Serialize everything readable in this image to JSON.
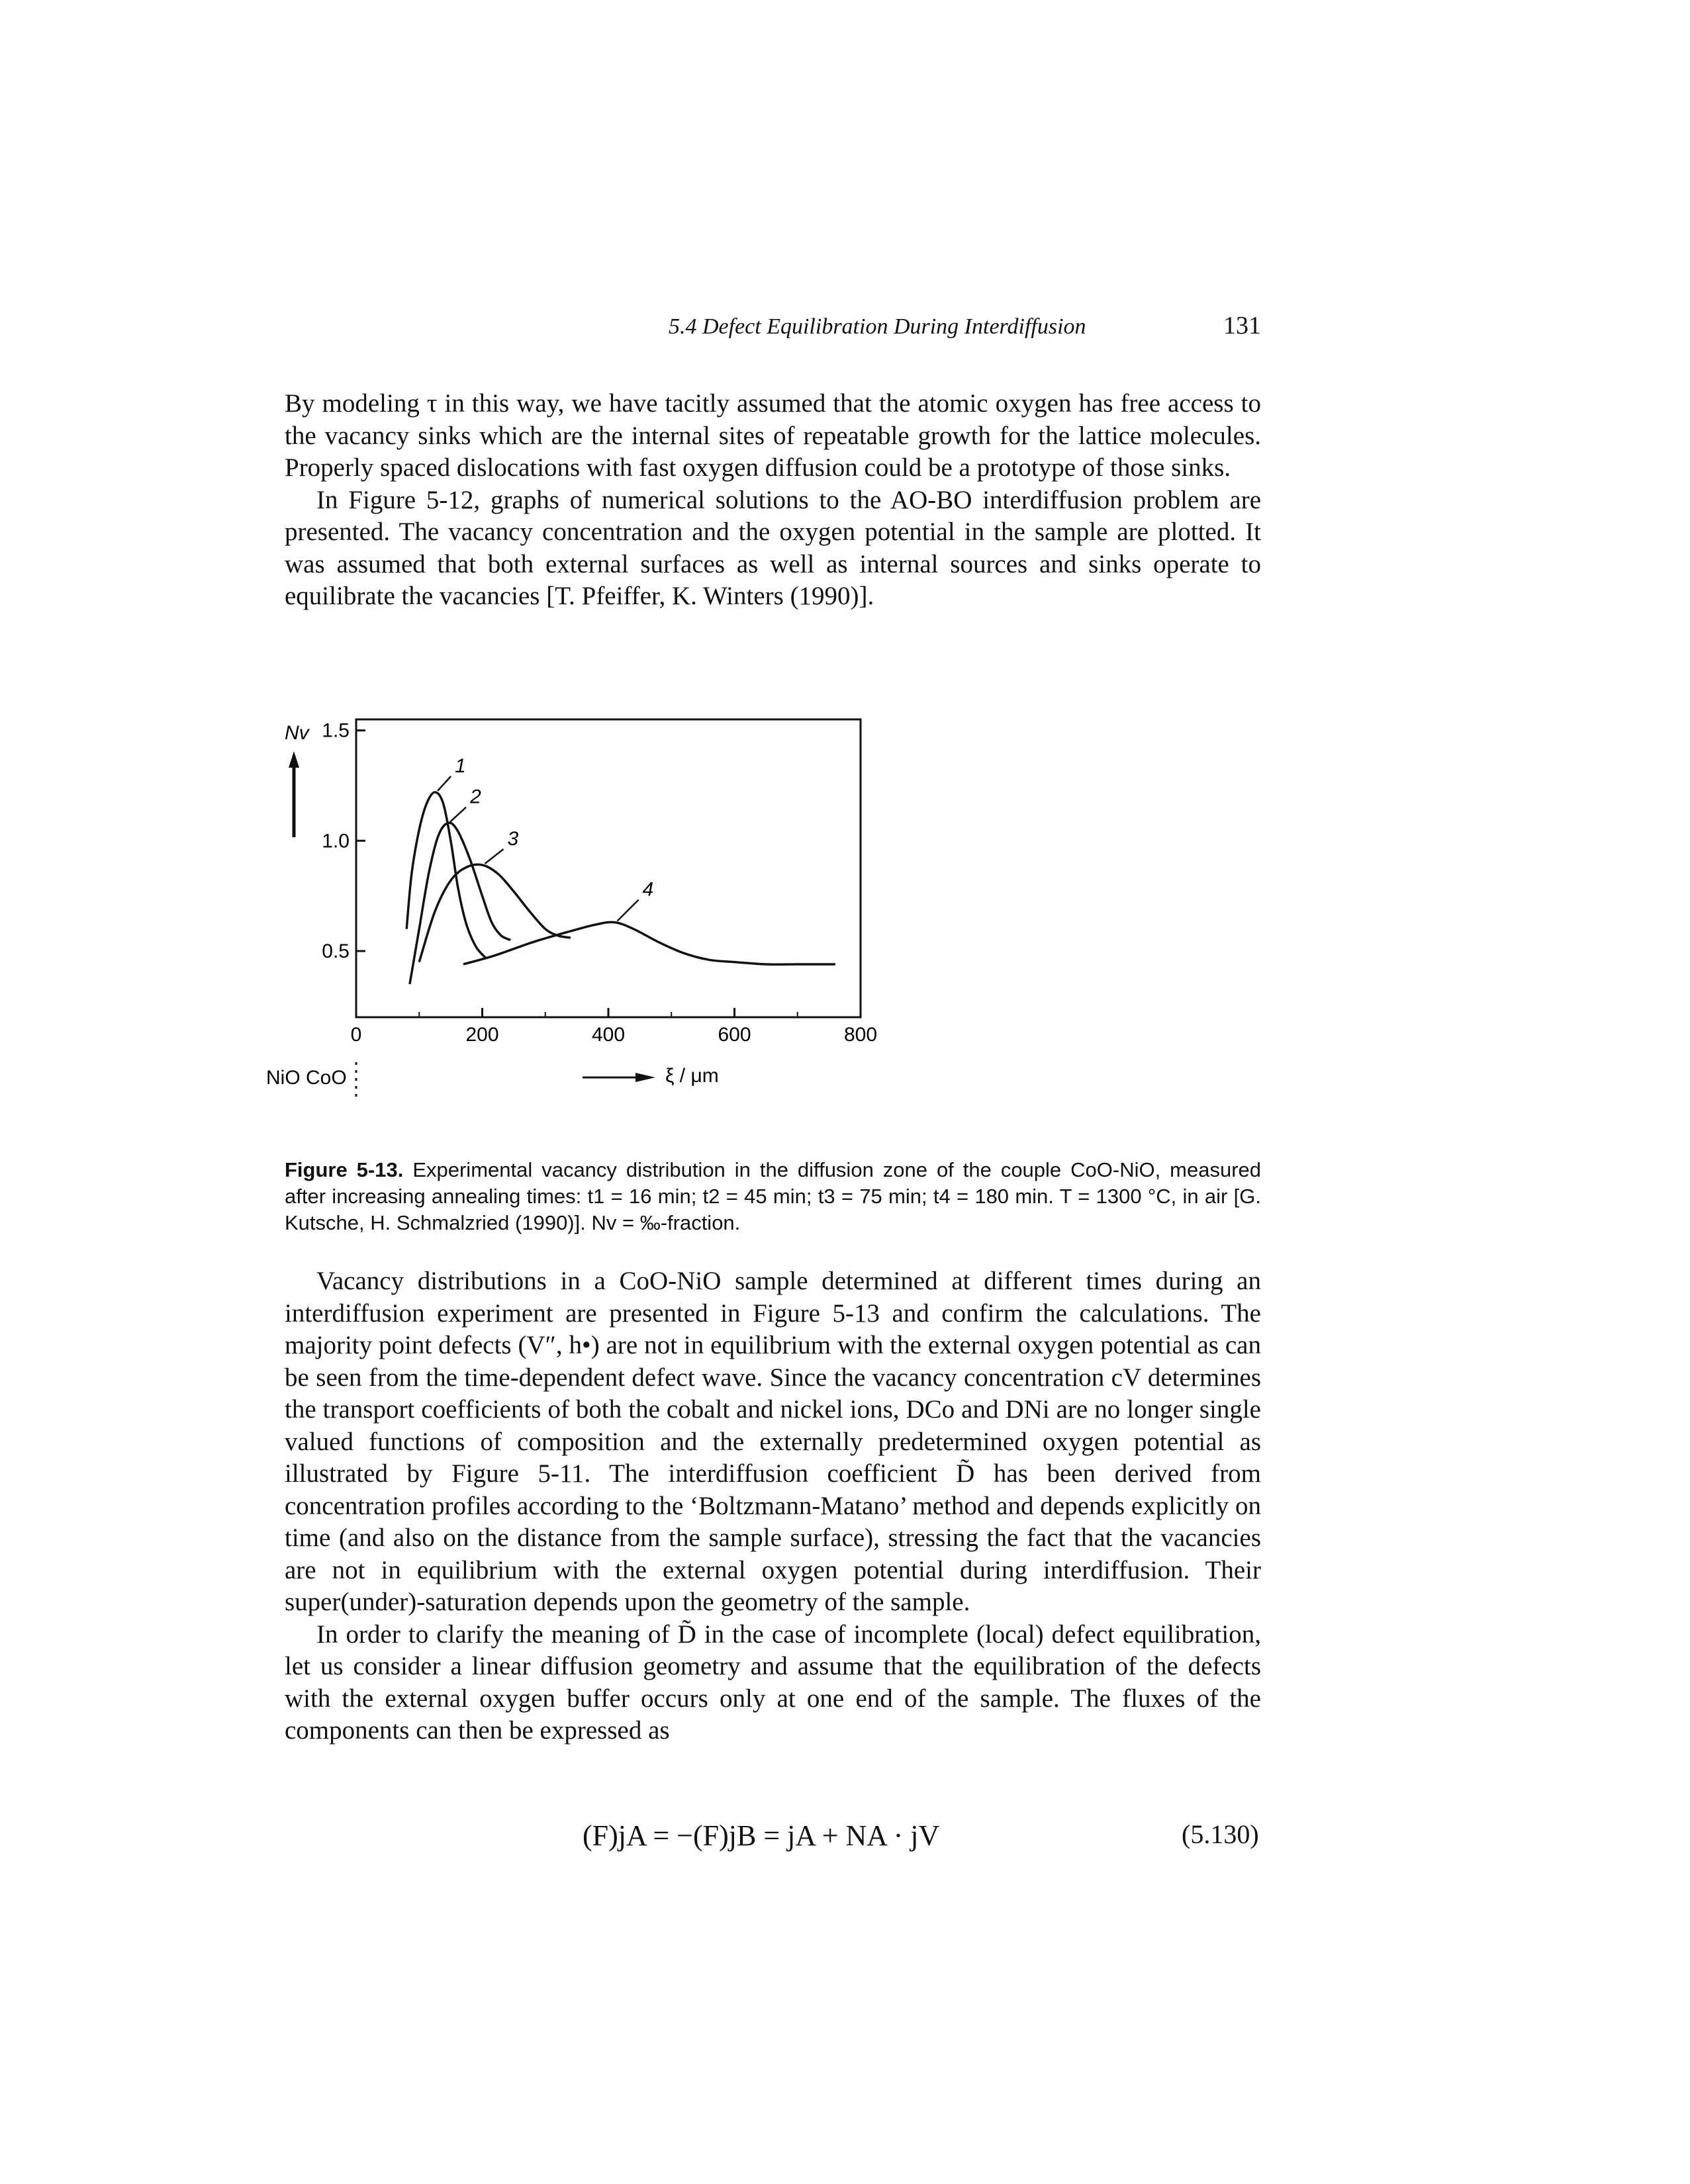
{
  "header": {
    "section_title": "5.4 Defect Equilibration During Interdiffusion",
    "page_number": "131"
  },
  "paragraphs_top": [
    "By modeling τ in this way, we have tacitly assumed that the atomic oxygen has free access to the vacancy sinks which are the internal sites of repeatable growth for the lattice molecules. Properly spaced dislocations with fast oxygen diffusion could be a prototype of those sinks.",
    "In Figure 5-12, graphs of numerical solutions to the AO-BO interdiffusion problem are presented. The vacancy concentration and the oxygen potential in the sample are plotted. It was assumed that both external surfaces as well as internal sources and sinks operate to equilibrate the vacancies [T. Pfeiffer, K. Winters (1990)]."
  ],
  "figure": {
    "y_axis_label": "Nv",
    "x_axis_label": "ξ / μm",
    "left_phase_label": "NiO",
    "right_phase_label": "CoO",
    "curve_labels": [
      "1",
      "2",
      "3",
      "4"
    ]
  },
  "chart_data": {
    "type": "line",
    "title": "",
    "xlabel": "ξ / μm",
    "ylabel": "Nv",
    "xlim": [
      0,
      800
    ],
    "ylim": [
      0.2,
      1.55
    ],
    "x_ticks": [
      "0",
      "200",
      "400",
      "600",
      "800"
    ],
    "y_ticks": [
      "0.5",
      "1.0",
      "1.5"
    ],
    "series": [
      {
        "name": "1",
        "x": [
          80,
          88,
          100,
          112,
          125,
          138,
          150,
          162,
          175,
          190,
          205
        ],
        "y": [
          0.6,
          0.85,
          1.05,
          1.17,
          1.22,
          1.17,
          1.0,
          0.78,
          0.62,
          0.52,
          0.47
        ]
      },
      {
        "name": "2",
        "x": [
          85,
          100,
          115,
          130,
          145,
          160,
          180,
          200,
          215,
          230,
          245
        ],
        "y": [
          0.35,
          0.6,
          0.85,
          1.02,
          1.08,
          1.05,
          0.92,
          0.75,
          0.63,
          0.57,
          0.55
        ]
      },
      {
        "name": "3",
        "x": [
          100,
          125,
          150,
          175,
          200,
          225,
          250,
          275,
          300,
          320,
          340
        ],
        "y": [
          0.45,
          0.68,
          0.82,
          0.88,
          0.89,
          0.85,
          0.77,
          0.68,
          0.6,
          0.57,
          0.56
        ]
      },
      {
        "name": "4",
        "x": [
          170,
          220,
          280,
          340,
          380,
          410,
          440,
          480,
          520,
          560,
          600,
          650,
          700,
          760
        ],
        "y": [
          0.44,
          0.48,
          0.54,
          0.59,
          0.62,
          0.63,
          0.6,
          0.54,
          0.49,
          0.46,
          0.45,
          0.44,
          0.44,
          0.44
        ]
      }
    ]
  },
  "caption": {
    "label": "Figure 5-13.",
    "text": "Experimental vacancy distribution in the diffusion zone of the couple CoO-NiO, measured after increasing annealing times: t1 = 16 min; t2 = 45 min; t3 = 75 min; t4 = 180 min. T = 1300 °C, in air [G. Kutsche, H. Schmalzried (1990)]. Nv = ‰-fraction."
  },
  "paragraphs_bottom": [
    "Vacancy distributions in a CoO-NiO sample determined at different times during an interdiffusion experiment are presented in Figure 5-13 and confirm the calculations. The majority point defects (V″, h•) are not in equilibrium with the external oxygen potential as can be seen from the time-dependent defect wave. Since the vacancy concentration cV determines the transport coefficients of both the cobalt and nickel ions, DCo and DNi are no longer single valued functions of composition and the externally predetermined oxygen potential as illustrated by Figure 5-11. The interdiffusion coefficient D̃ has been derived from concentration profiles according to the ‘Boltzmann-Matano’ method and depends explicitly on time (and also on the distance from the sample surface), stressing the fact that the vacancies are not in equilibrium with the external oxygen potential during interdiffusion. Their super(under)-saturation depends upon the geometry of the sample.",
    "In order to clarify the meaning of D̃ in the case of incomplete (local) defect equilibration, let us consider a linear diffusion geometry and assume that the equilibration of the defects with the external oxygen buffer occurs only at one end of the sample. The fluxes of the components can then be expressed as"
  ],
  "equation": {
    "text": "(F)jA = −(F)jB = jA + NA · jV",
    "number": "(5.130)"
  }
}
